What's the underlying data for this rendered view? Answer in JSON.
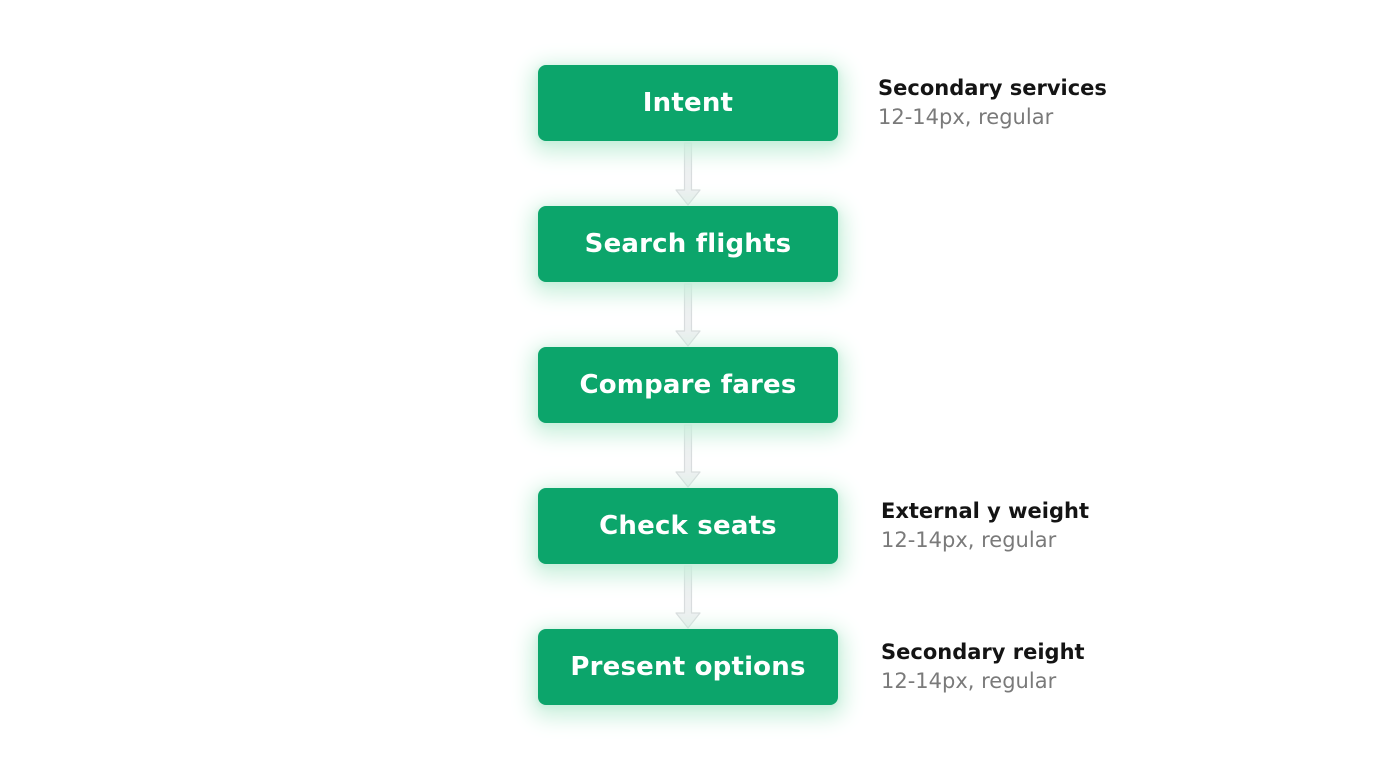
{
  "colors": {
    "node_fill": "#0ca56b",
    "node_text": "#ffffff",
    "node_glow": "#c9f0dc",
    "arrow": "#eef0f1",
    "arrow_stroke": "#d9dcde",
    "note_title": "#141414",
    "note_sub": "#7a7a7a"
  },
  "nodes": [
    {
      "label": "Intent"
    },
    {
      "label": "Search flights"
    },
    {
      "label": "Compare fares"
    },
    {
      "label": "Check seats"
    },
    {
      "label": "Present options"
    }
  ],
  "notes": [
    {
      "title": "Secondary services",
      "sub": "12-14px, regular"
    },
    {
      "title": "External y weight",
      "sub": "12-14px, regular"
    },
    {
      "title": "Secondary reight",
      "sub": "12-14px, regular"
    }
  ]
}
